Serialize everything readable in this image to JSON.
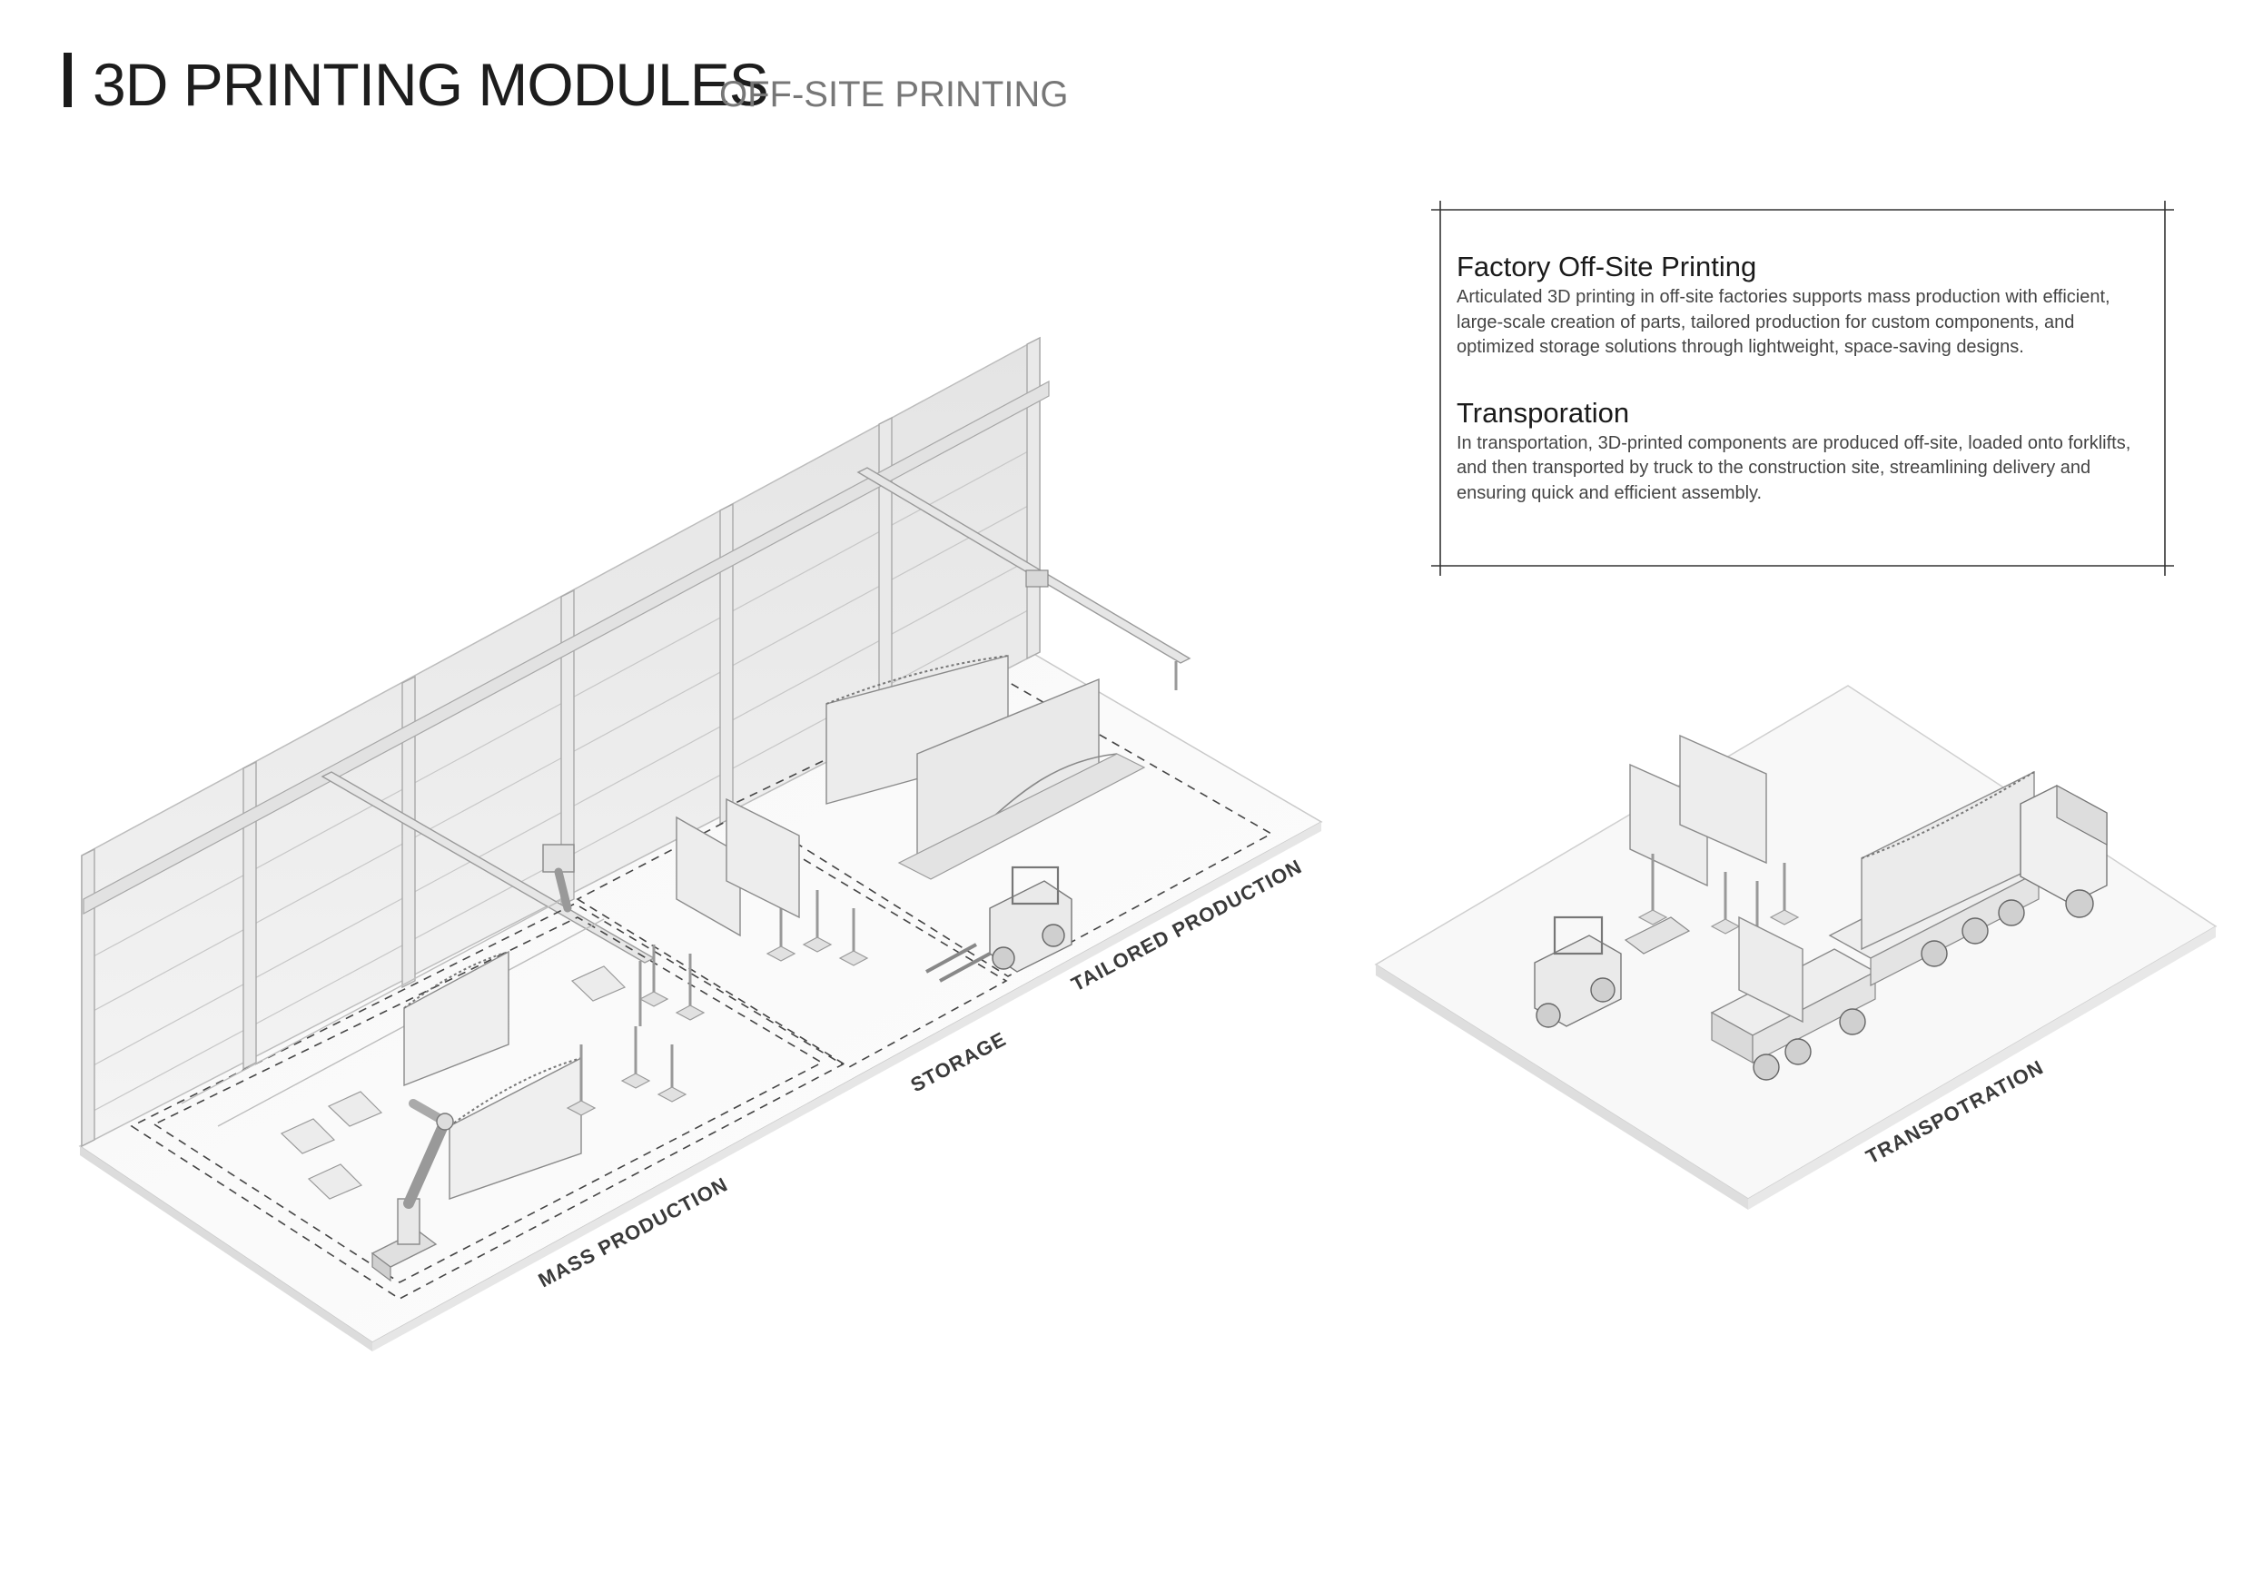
{
  "header": {
    "title": "3D PRINTING MODULES",
    "subtitle": "OFF-SITE PRINTING"
  },
  "info_panel": {
    "sections": [
      {
        "heading": "Factory Off-Site Printing",
        "body": "Articulated 3D printing in off-site factories supports mass production with efficient, large-scale creation of parts, tailored production for custom components, and optimized storage solutions through lightweight, space-saving designs."
      },
      {
        "heading": "Transporation",
        "body": "In transportation, 3D-printed components are produced off-site, loaded onto forklifts, and then transported by truck to the construction site, streamlining delivery and ensuring quick and efficient assembly."
      }
    ]
  },
  "zone_labels": {
    "mass_production": "MASS PRODUCTION",
    "storage": "STORAGE",
    "tailored_production": "TAILORED PRODUCTION",
    "transportation": "TRANSPOTRATION"
  },
  "colors": {
    "title": "#1d1d1d",
    "subtitle": "#777777",
    "line": "#555555",
    "surface": "#f2f2f2",
    "shade": "#d9d9d9"
  }
}
